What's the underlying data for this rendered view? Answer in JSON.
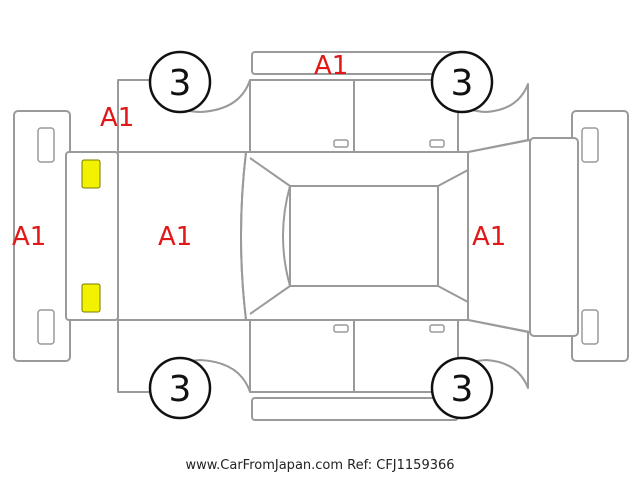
{
  "marks": {
    "roof": "A1",
    "left_front_fender": "A1",
    "front_bumper": "A1",
    "hood": "A1",
    "rear_panel": "A1"
  },
  "wheels": {
    "front_left": "3",
    "rear_left": "3",
    "front_right": "3",
    "rear_right": "3"
  },
  "lights": {
    "front_color": "#f2f200",
    "rear_color": "#e0101c"
  },
  "footer": "www.CarFromJapan.com Ref: CFJ1159366"
}
